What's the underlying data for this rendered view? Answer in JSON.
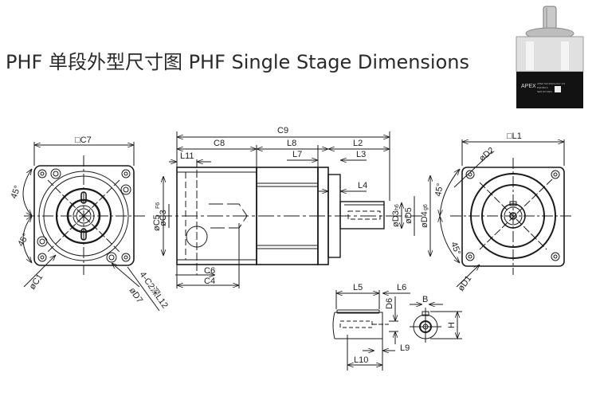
{
  "title": "PHF 单段外型尺寸图 PHF Single Stage Dimensions",
  "photo": {
    "logo_text": "APEX",
    "label_lines": [
      "APEX TECHNOLOGY CO.",
      "PHF060-5",
      "SER.NO 0001"
    ]
  },
  "colors": {
    "line": "#1a1a1a",
    "body_dark": "#111111",
    "housing_light": "#d8d8d8"
  },
  "front_view": {
    "square": "□C7",
    "angle_top": "45°",
    "angle_bottom": "45°",
    "dia_c1": "øC1",
    "dia_d7": "øD7",
    "holes": "4-C2深L12"
  },
  "side_view": {
    "c9": "C9",
    "c8": "C8",
    "l8": "L8",
    "l2": "L2",
    "l11": "L11",
    "l7": "L7",
    "l3": "L3",
    "l4": "L4",
    "c5": "øC5",
    "c5_tol": "F6",
    "c3": "øC3",
    "d3": "øD3",
    "d3_tol": "h6",
    "d5": "øD5",
    "d4": "øD4",
    "d4_tol": "g6",
    "c6": "C6",
    "c4": "C4"
  },
  "output_view": {
    "square": "□L1",
    "dia_d2": "øD2",
    "angle_top": "45°",
    "angle_bottom": "45°",
    "dia_d1": "øD1"
  },
  "shaft_detail": {
    "l5": "L5",
    "l6": "L6",
    "d6": "D6",
    "l9": "L9",
    "l10": "L10",
    "b": "B",
    "h": "H"
  }
}
